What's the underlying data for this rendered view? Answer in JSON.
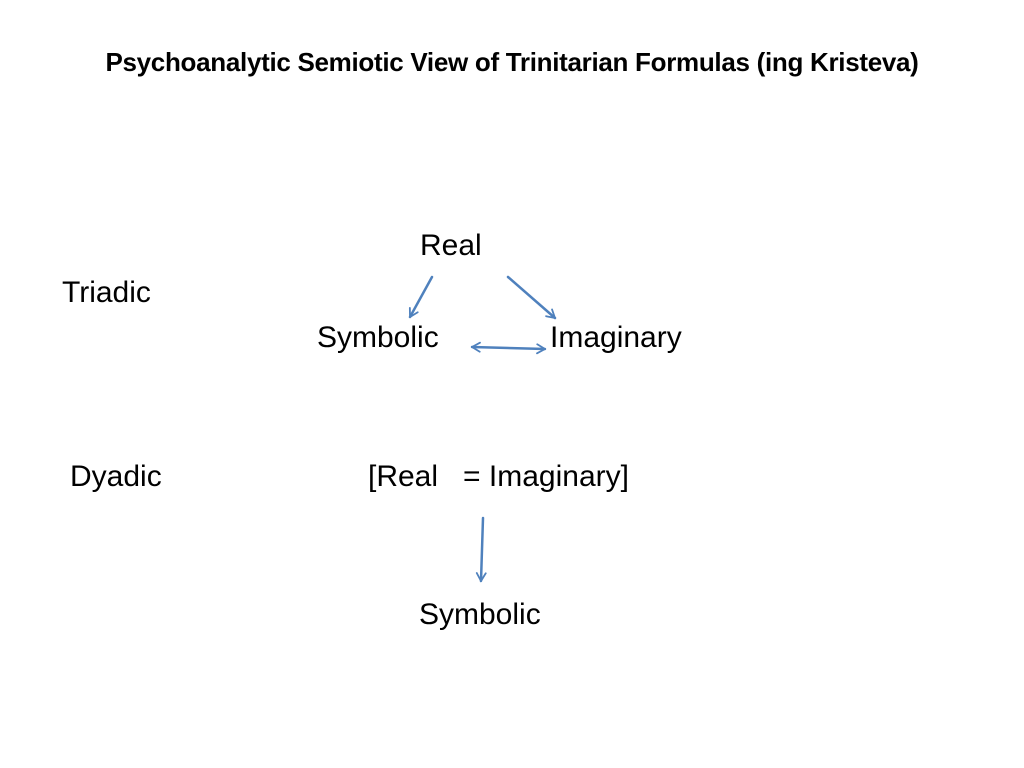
{
  "title": "Psychoanalytic Semiotic View of Trinitarian Formulas (ing Kristeva)",
  "triadic": {
    "label": "Triadic",
    "top": "Real",
    "left": "Symbolic",
    "right": "Imaginary"
  },
  "dyadic": {
    "label": "Dyadic",
    "formula": "[Real   = Imaginary]",
    "bottom": "Symbolic"
  },
  "colors": {
    "arrow": "#4f81bd",
    "text": "#000000",
    "background": "#ffffff"
  }
}
